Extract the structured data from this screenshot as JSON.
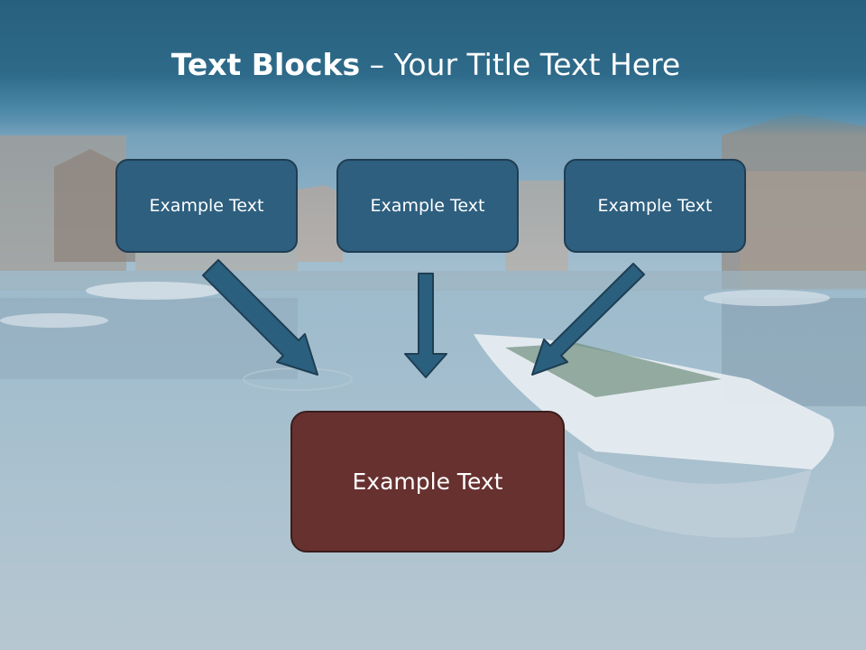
{
  "title": {
    "bold": "Text Blocks",
    "separator": " – ",
    "rest": "Your Title Text Here"
  },
  "blocks": {
    "top": [
      "Example Text",
      "Example Text",
      "Example Text"
    ],
    "bottom": "Example Text"
  },
  "colors": {
    "title_band": "#2e6a89",
    "top_box_fill": "#2e5f7f",
    "bottom_box_fill": "#673130",
    "arrow": "#2b5f7e"
  }
}
